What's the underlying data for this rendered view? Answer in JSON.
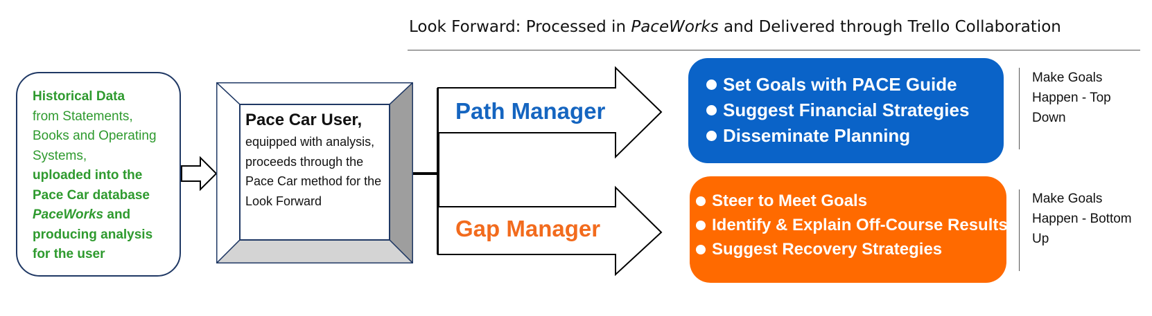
{
  "header": {
    "title_prefix": "Look Forward: Processed in ",
    "title_italic": "PaceWorks",
    "title_suffix": "  and Delivered through Trello Collaboration"
  },
  "historical": {
    "line1": "Historical Data",
    "line2": "from Statements, Books and Operating Systems,",
    "line3": "uploaded into the Pace Car database",
    "line4_italic": "PaceWorks",
    "line4_rest": " and producing analysis for the user"
  },
  "pace_car": {
    "lead": "Pace Car User,",
    "body": "equipped with analysis, proceeds through the Pace Car method for the Look Forward"
  },
  "path_manager": {
    "label": "Path Manager",
    "items": [
      "Set Goals with PACE Guide",
      "Suggest Financial Strategies",
      "Disseminate Planning"
    ],
    "note": "Make Goals Happen - Top Down",
    "color": "#0a63c8"
  },
  "gap_manager": {
    "label": "Gap Manager",
    "items": [
      "Steer to Meet Goals",
      "Identify & Explain Off-Course Results",
      "Suggest Recovery Strategies"
    ],
    "note": "Make Goals Happen - Bottom Up",
    "color": "#ff6a00"
  }
}
